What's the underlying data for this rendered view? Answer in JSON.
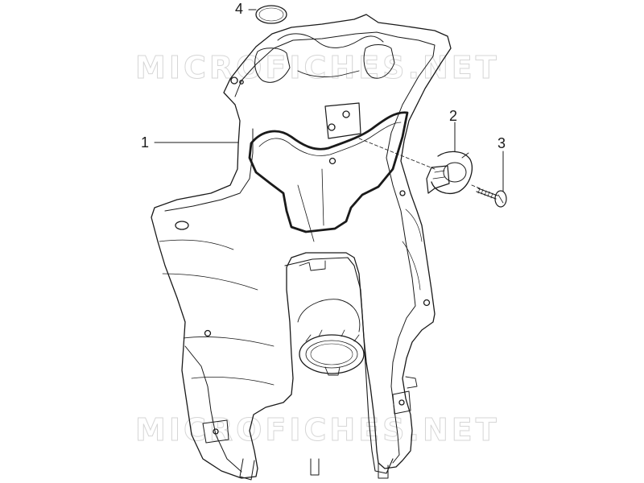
{
  "diagram": {
    "watermark_top": "MICROFICHES.NET",
    "watermark_bottom": "MICROFICHES.NET",
    "callouts": {
      "part1": "1",
      "part2": "2",
      "part3": "3",
      "part4": "4"
    },
    "colors": {
      "line": "#1a1a1a",
      "watermark": "#d2d2d2",
      "background": "#ffffff"
    }
  }
}
